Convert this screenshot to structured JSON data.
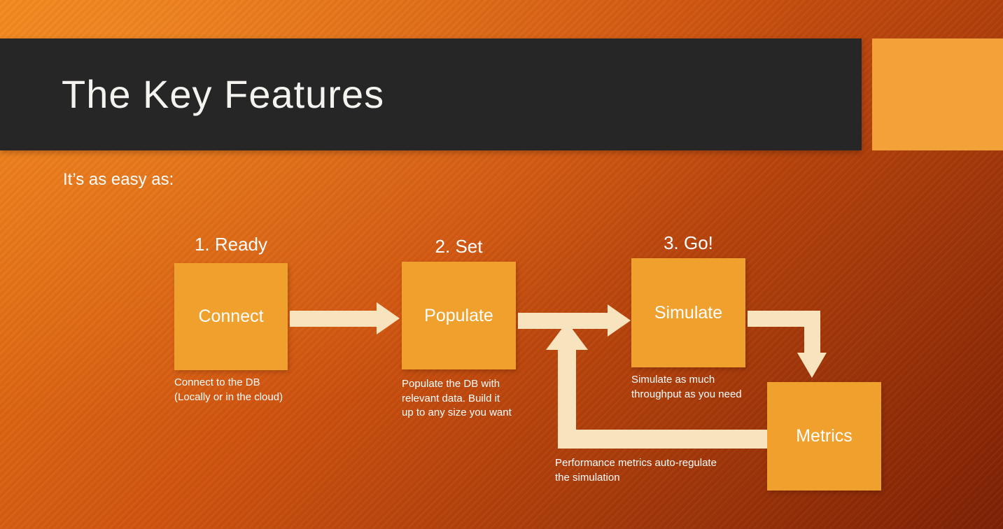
{
  "colors": {
    "bg-start": "#f08018",
    "bg-mid": "#cf5310",
    "bg-end": "#7e2105",
    "header-bg": "#262626",
    "accent-orange": "#f2a238",
    "box-orange": "#f0a02c",
    "arrow-cream": "#f7e4be",
    "text-white": "#ffffff"
  },
  "slide": {
    "title": "The Key Features",
    "subtitle": "It’s as easy as:"
  },
  "steps": [
    {
      "label": "1. Ready",
      "box_label": "Connect",
      "caption": "Connect to the DB\n(Locally or in the cloud)"
    },
    {
      "label": "2. Set",
      "box_label": "Populate",
      "caption": "Populate the DB with\nrelevant data. Build it\nup to any size you want"
    },
    {
      "label": "3. Go!",
      "box_label": "Simulate",
      "caption": "Simulate as much\nthroughput as you need"
    }
  ],
  "feedback": {
    "box_label": "Metrics",
    "caption": "Performance metrics auto-regulate\nthe simulation"
  }
}
